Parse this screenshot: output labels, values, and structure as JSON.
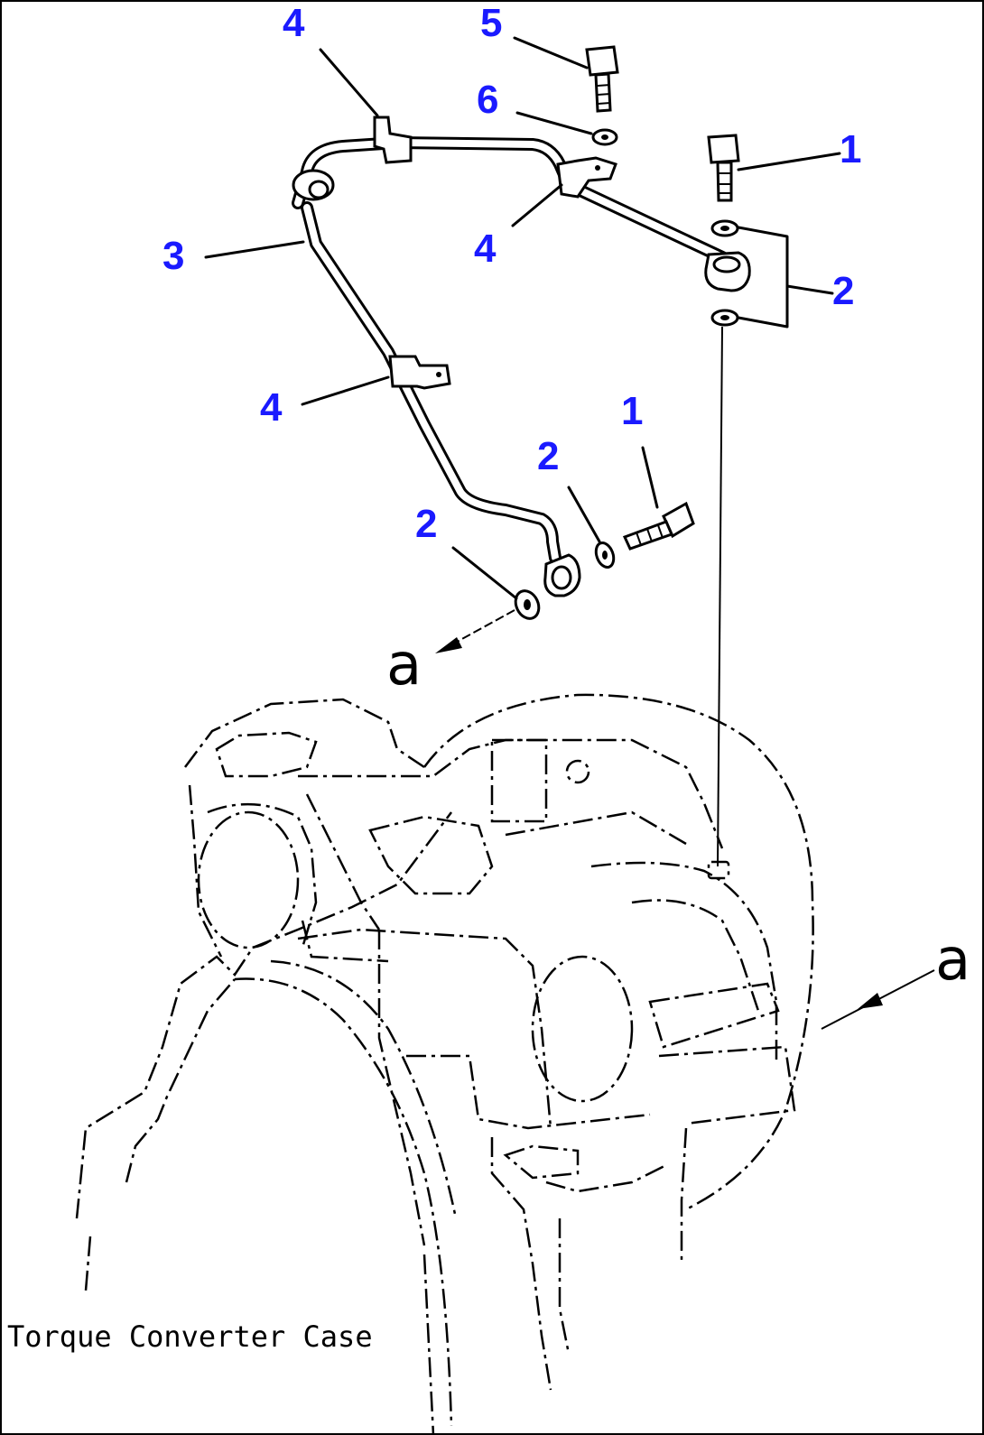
{
  "callouts": {
    "c4_top": "4",
    "c5": "5",
    "c6": "6",
    "c1_top": "1",
    "c3": "3",
    "c4_mid": "4",
    "c2_right": "2",
    "c4_low": "4",
    "c1_low": "1",
    "c2_mid": "2",
    "c2_left": "2"
  },
  "refs": {
    "a_upper": "a",
    "a_right": "a"
  },
  "caption": "Torque Converter Case",
  "colors": {
    "callout": "#1a1aff",
    "line": "#000000",
    "background": "#ffffff"
  }
}
